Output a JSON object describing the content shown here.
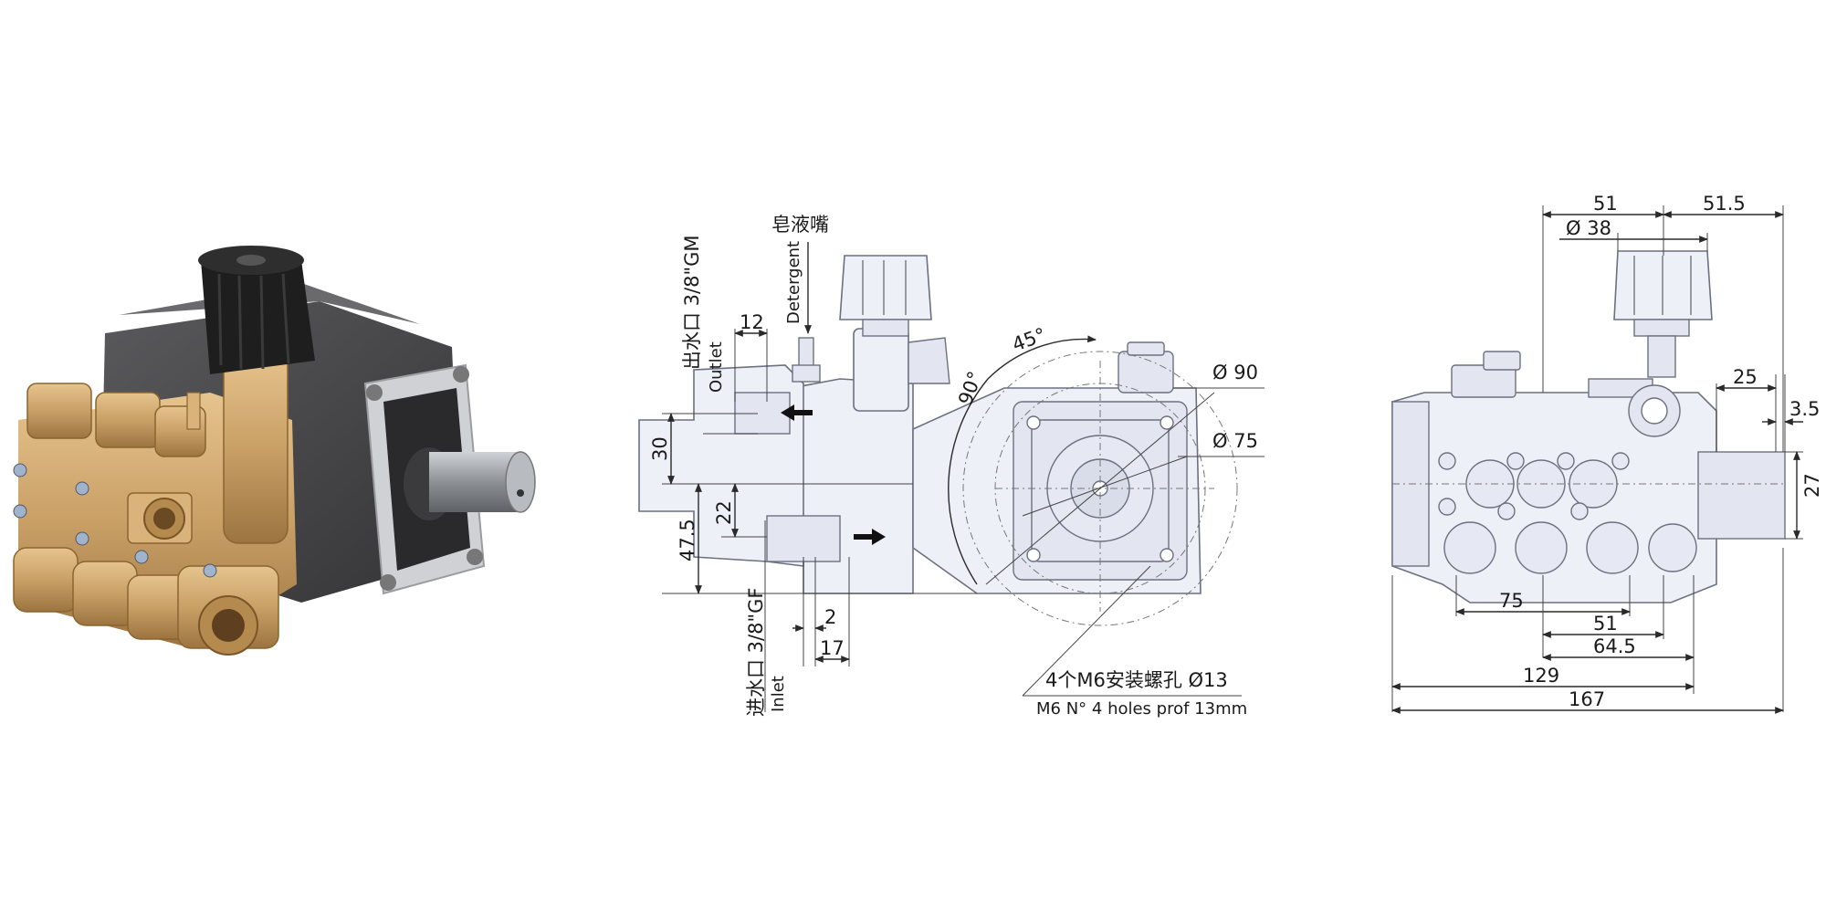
{
  "photo": {
    "description_icon": "pump-photo-icon"
  },
  "side_view": {
    "detergent_cn": "皂液嘴",
    "detergent_en": "Detergent",
    "outlet_cn": "出水口 3/8\"GM",
    "outlet_en": "Outlet",
    "inlet_cn": "进水口 3/8\"GF",
    "inlet_en": "Inlet",
    "dim_12": "12",
    "dim_30": "30",
    "dim_22": "22",
    "dim_47_5": "47.5",
    "dim_2": "2",
    "dim_17": "17",
    "angle_45": "45°",
    "angle_90": "90°",
    "dia_90": "Ø 90",
    "dia_75": "Ø 75",
    "holes_cn": "4个M6安装螺孔 Ø13",
    "holes_en": "M6 N° 4 holes prof 13mm"
  },
  "front_view": {
    "dim_51_top": "51",
    "dim_51_5": "51.5",
    "dia_38": "Ø 38",
    "dim_25": "25",
    "dim_3_5": "3.5",
    "dim_27": "27",
    "dim_75": "75",
    "dim_51_bottom": "51",
    "dim_64_5": "64.5",
    "dim_129": "129",
    "dim_167": "167"
  },
  "colors": {
    "brass": "#c9a066",
    "housing": "#4a4a4c",
    "knob": "#1e1e1e",
    "drawing_fill": "#eef0f7"
  }
}
